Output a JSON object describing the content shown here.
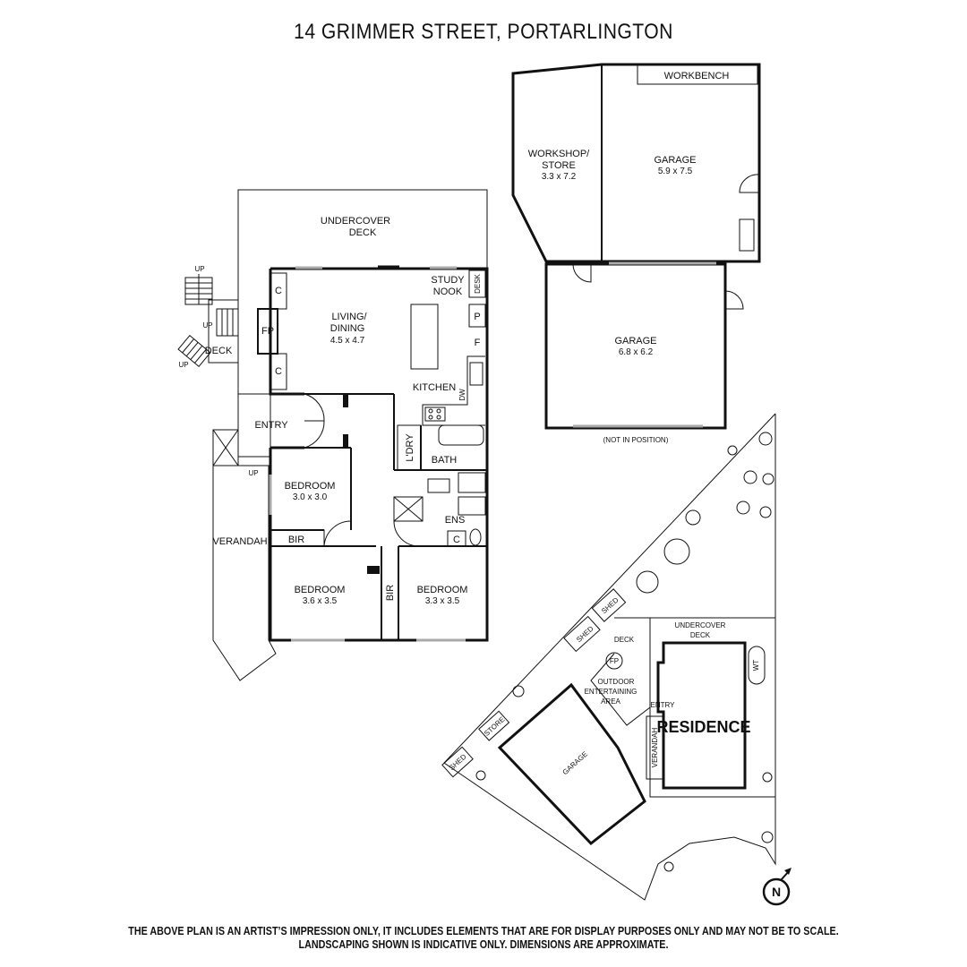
{
  "title": "14 GRIMMER STREET, PORTARLINGTON",
  "disclaimer": {
    "line1": "THE ABOVE PLAN IS AN ARTIST’S IMPRESSION ONLY, IT INCLUDES ELEMENTS THAT ARE FOR DISPLAY PURPOSES ONLY AND MAY NOT BE TO SCALE.",
    "line2": "LANDSCAPING SHOWN IS INDICATIVE ONLY. DIMENSIONS ARE APPROXIMATE."
  },
  "house": {
    "undercover_deck": [
      "UNDERCOVER",
      "DECK"
    ],
    "deck": "DECK",
    "up": "UP",
    "entry": "ENTRY",
    "verandah": "VERANDAH",
    "living": {
      "name": [
        "LIVING/",
        "DINING"
      ],
      "dims": "4.5 x 4.7"
    },
    "study": [
      "STUDY",
      "NOOK"
    ],
    "desk": "DESK",
    "pantry": "P",
    "fridge": "F",
    "fireplace": "FP",
    "cupboard": "C",
    "kitchen": "KITCHEN",
    "dw": "DW",
    "laundry": "L'DRY",
    "bath": "BATH",
    "ens": "ENS",
    "bir": "BIR",
    "bed1": {
      "name": "BEDROOM",
      "dims": "3.0 x 3.0"
    },
    "bed2": {
      "name": "BEDROOM",
      "dims": "3.6 x 3.5"
    },
    "bed3": {
      "name": "BEDROOM",
      "dims": "3.3 x 3.5"
    }
  },
  "outbuilding": {
    "workbench": "WORKBENCH",
    "workshop": {
      "name": [
        "WORKSHOP/",
        "STORE"
      ],
      "dims": "3.3 x 7.2"
    },
    "garage1": {
      "name": "GARAGE",
      "dims": "5.9 x 7.5"
    },
    "garage2": {
      "name": "GARAGE",
      "dims": "6.8 x 6.2"
    },
    "not_in_position": "(NOT IN POSITION)"
  },
  "site": {
    "undercover_deck": [
      "UNDERCOVER",
      "DECK"
    ],
    "shed": "SHED",
    "deck": "DECK",
    "fp": "FP",
    "outdoor": [
      "OUTDOOR",
      "ENTERTAINING",
      "AREA"
    ],
    "entry": "ENTRY",
    "residence": "RESIDENCE",
    "wt": "WT",
    "verandah": "VERANDAH",
    "garage": "GARAGE",
    "store": "STORE"
  },
  "compass": "N"
}
